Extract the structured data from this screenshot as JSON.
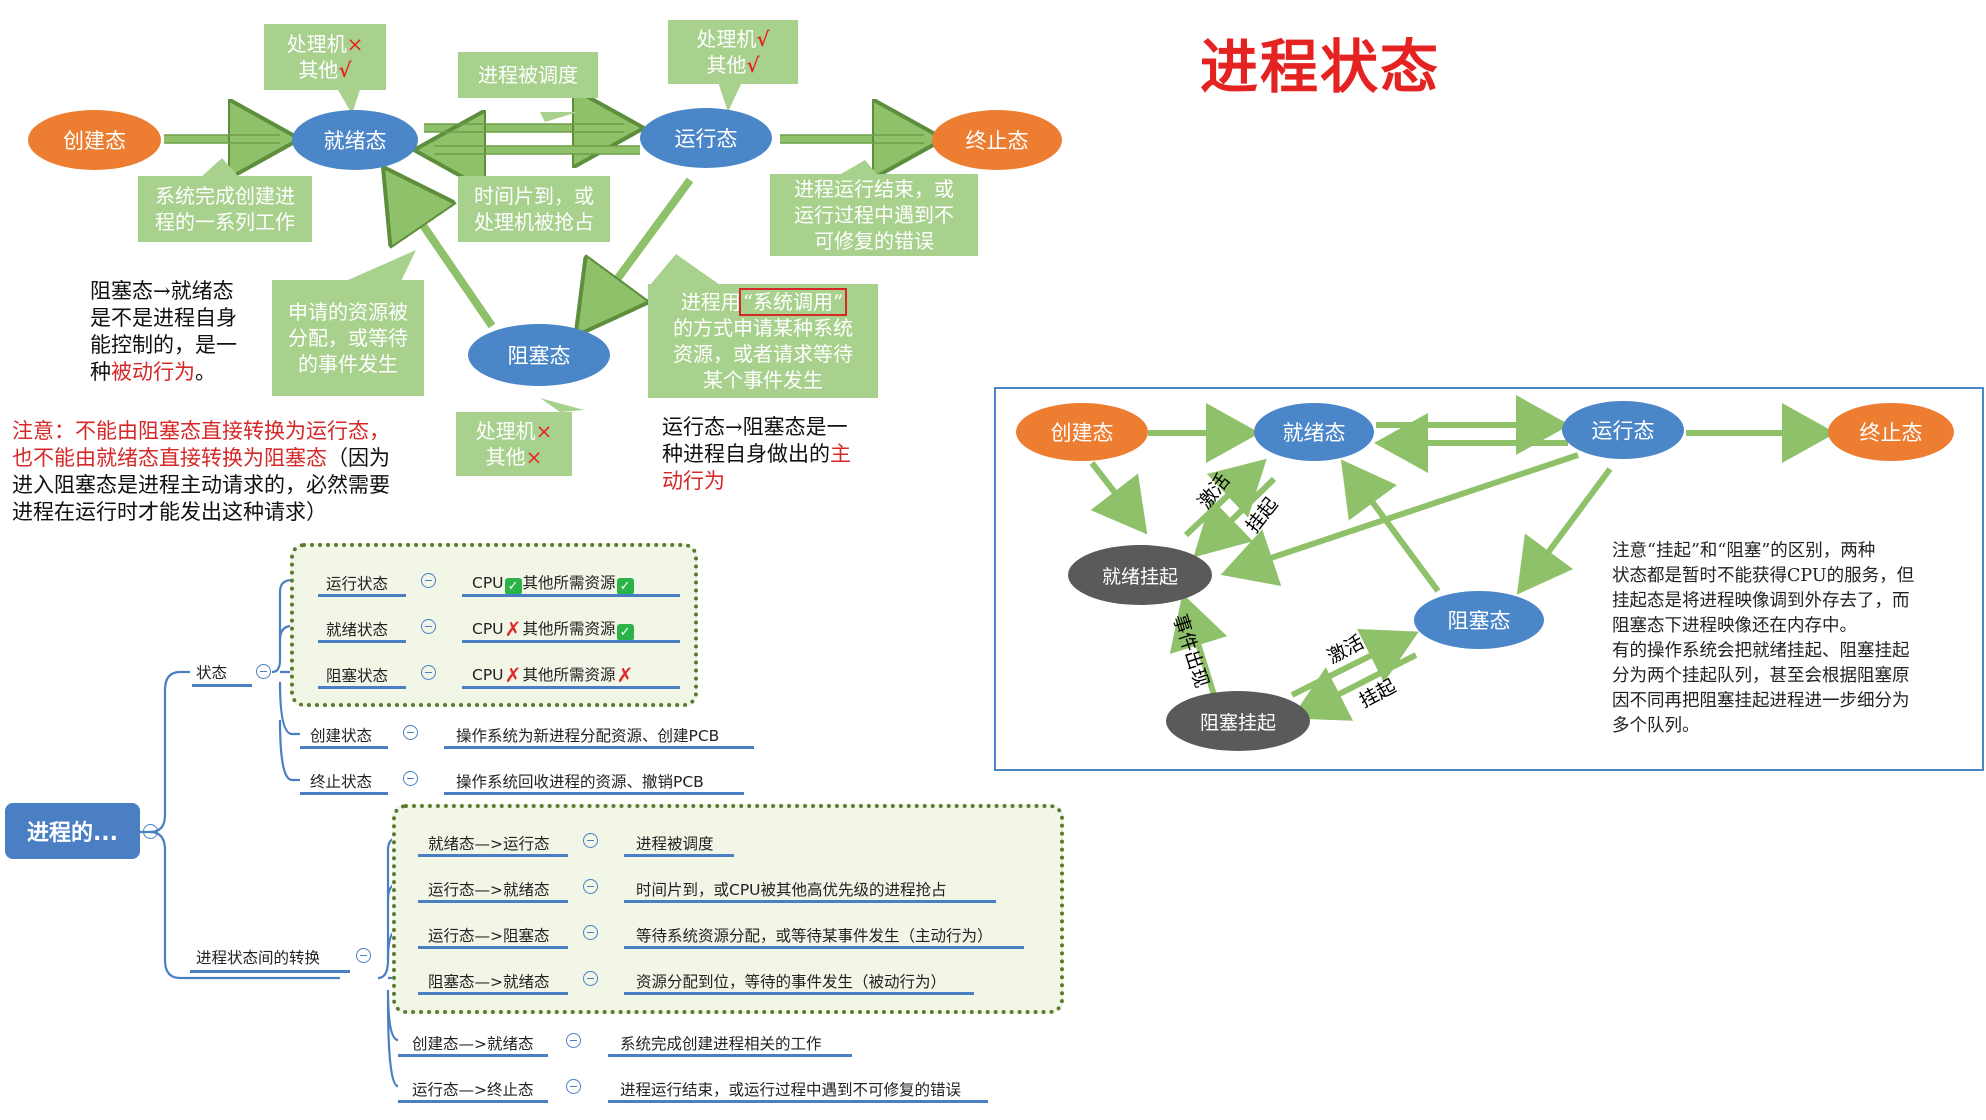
{
  "title": "进程状态",
  "top_diagram": {
    "states": {
      "create": "创建态",
      "ready": "就绪态",
      "running": "运行态",
      "terminated": "终止态",
      "blocked": "阻塞态"
    },
    "notes": {
      "ready_resources_1": "处理机",
      "ready_resources_1_mark": "×",
      "ready_resources_2": "其他",
      "ready_resources_2_mark": "√",
      "running_resources_1": "处理机",
      "running_resources_1_mark": "√",
      "running_resources_2": "其他",
      "running_resources_2_mark": "√",
      "blocked_resources_1": "处理机",
      "blocked_resources_1_mark": "×",
      "blocked_resources_2": "其他",
      "blocked_resources_2_mark": "×",
      "scheduled": "进程被调度",
      "create_done_1": "系统完成创建进",
      "create_done_2": "程的一系列工作",
      "timeslice_1": "时间片到，或",
      "timeslice_2": "处理机被抢占",
      "terminate_reason_1": "进程运行结束，或",
      "terminate_reason_2": "运行过程中遇到不",
      "terminate_reason_3": "可修复的错误",
      "resource_granted_1": "申请的资源被",
      "resource_granted_2": "分配，或等待",
      "resource_granted_3": "的事件发生",
      "syscall_1_pre": "进程用",
      "syscall_1_box": "“系统调用”",
      "syscall_2": "的方式申请某种系统",
      "syscall_3": "资源，或者请求等待",
      "syscall_4": "某个事件发生"
    },
    "text": {
      "passive_1": "阻塞态→就绪态",
      "passive_2": "是不是进程自身",
      "passive_3": "能控制的，是一",
      "passive_4_pre": "种",
      "passive_4_red": "被动行为",
      "passive_4_post": "。",
      "warn_1": "注意：不能由阻塞态直接转换为运行态，",
      "warn_2_red": "也不能由就绪态直接转换为阻塞态",
      "warn_2_post": "（因为",
      "warn_3": "进入阻塞态是进程主动请求的，必然需要",
      "warn_4": "进程在运行时才能发出这种请求）",
      "active_1": "运行态→阻塞态是一",
      "active_2_pre": "种进程自身做出的",
      "active_2_red": "主",
      "active_3_red": "动行为"
    }
  },
  "mindmap": {
    "root": "进程的...",
    "states_branch": "状态",
    "transitions_branch": "进程状态间的转换",
    "states": [
      {
        "name": "运行状态",
        "desc_parts": [
          "CPU",
          "v",
          "其他所需资源",
          "v"
        ]
      },
      {
        "name": "就绪状态",
        "desc_parts": [
          "CPU",
          "x",
          "其他所需资源",
          "v"
        ]
      },
      {
        "name": "阻塞状态",
        "desc_parts": [
          "CPU",
          "x",
          "其他所需资源",
          "x"
        ]
      }
    ],
    "state_v_mark": "✓",
    "state_x_mark": "✗",
    "create_state": {
      "name": "创建状态",
      "desc": "操作系统为新进程分配资源、创建PCB"
    },
    "end_state": {
      "name": "终止状态",
      "desc": "操作系统回收进程的资源、撤销PCB"
    },
    "transitions": [
      {
        "name": "就绪态—>运行态",
        "desc": "进程被调度"
      },
      {
        "name": "运行态—>就绪态",
        "desc": "时间片到，或CPU被其他高优先级的进程抢占"
      },
      {
        "name": "运行态—>阻塞态",
        "desc": "等待系统资源分配，或等待某事件发生（主动行为）"
      },
      {
        "name": "阻塞态—>就绪态",
        "desc": "资源分配到位，等待的事件发生（被动行为）"
      },
      {
        "name": "创建态—>就绪态",
        "desc": "系统完成创建进程相关的工作"
      },
      {
        "name": "运行态—>终止态",
        "desc": "进程运行结束，或运行过程中遇到不可修复的错误"
      }
    ]
  },
  "suspend_diagram": {
    "states": {
      "create": "创建态",
      "ready": "就绪态",
      "running": "运行态",
      "terminated": "终止态",
      "ready_suspend": "就绪挂起",
      "blocked": "阻塞态",
      "blocked_suspend": "阻塞挂起"
    },
    "labels": {
      "activate_1": "激活",
      "suspend_1": "挂起",
      "event": "事件出现",
      "activate_2": "激活",
      "suspend_2": "挂起"
    },
    "note": [
      "注意“挂起”和“阻塞”的区别，两种",
      "状态都是暂时不能获得CPU的服务，但",
      "挂起态是将进程映像调到外存去了，而",
      "阻塞态下进程映像还在内存中。",
      "有的操作系统会把就绪挂起、阻塞挂起",
      "分为两个挂起队列，甚至会根据阻塞原",
      "因不同再把阻塞挂起进程进一步细分为",
      "多个队列。"
    ]
  }
}
